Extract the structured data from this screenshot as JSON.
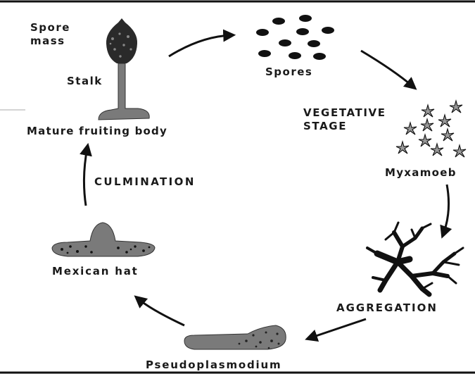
{
  "labels": {
    "spore_mass": "Spore mass",
    "stalk": "Stalk",
    "mature_fruiting_body": "Mature fruiting body",
    "spores": "Spores",
    "vegetative_stage": "VEGETATIVE STAGE",
    "myxamoeba": "Myxamoeb",
    "culmination": "CULMINATION",
    "mexican_hat": "Mexican hat",
    "aggregation": "AGGREGATION",
    "pseudoplasmodium": "Pseudoplasmodium"
  },
  "colors": {
    "ink": "#1a1a1a",
    "body_fill": "#7a7a7a",
    "background": "#ffffff"
  }
}
